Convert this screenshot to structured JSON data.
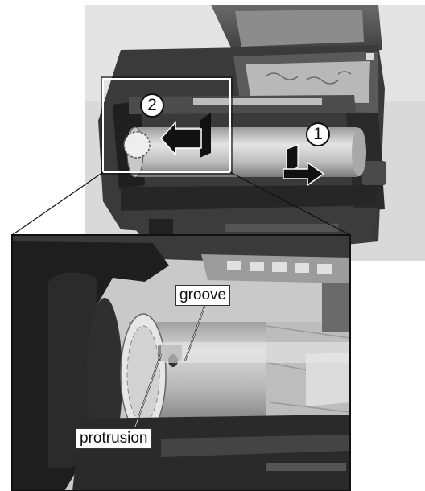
{
  "illustration": {
    "steps": [
      "1",
      "2"
    ],
    "labels": {
      "groove": "groove",
      "protrusion": "protrusion"
    }
  },
  "colors": {
    "background": "#ffffff",
    "outline": "#111111",
    "photo_dark": "#2b2b2b",
    "photo_mid": "#8a8a8a",
    "photo_light": "#d6d6d6"
  }
}
